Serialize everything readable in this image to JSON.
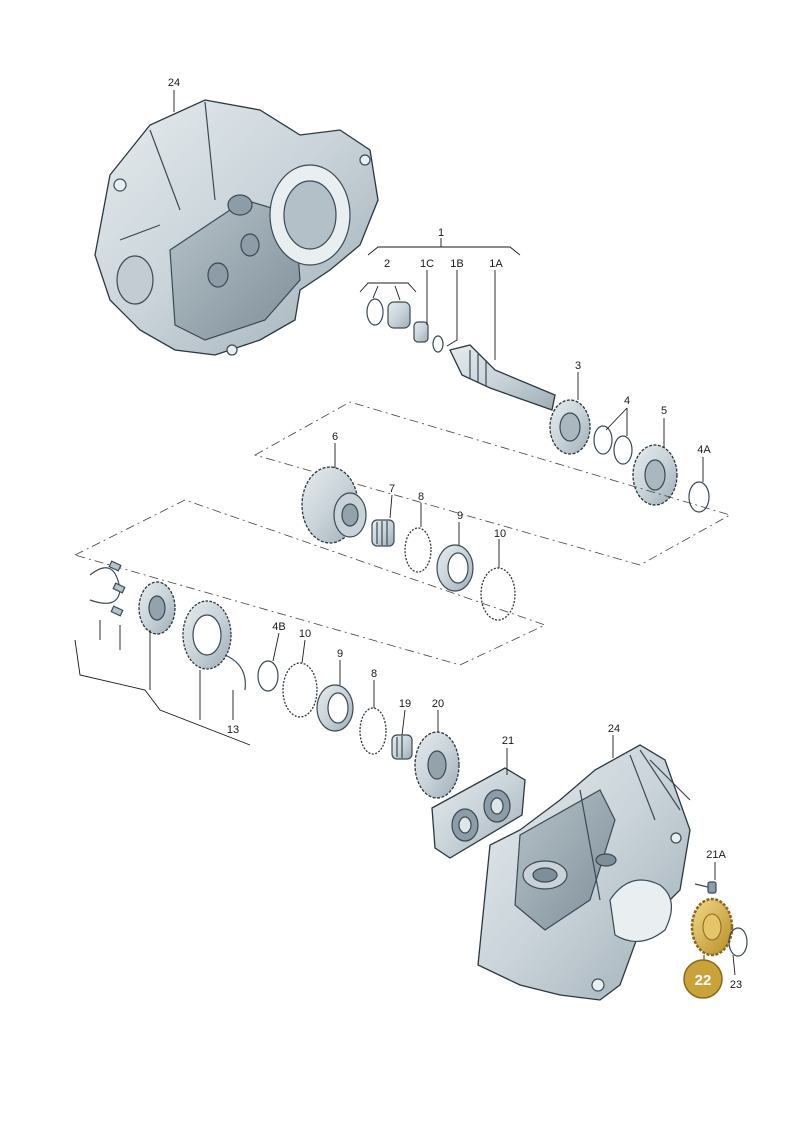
{
  "labels": {
    "l24a": "24",
    "l1": "1",
    "l2": "2",
    "l1C": "1C",
    "l1B": "1B",
    "l1A": "1A",
    "l3": "3",
    "l4": "4",
    "l5": "5",
    "l4A": "4A",
    "l6": "6",
    "l7": "7",
    "l8a": "8",
    "l9a": "9",
    "l10a": "10",
    "l4B": "4B",
    "l10b": "10",
    "l9b": "9",
    "l8b": "8",
    "l19": "19",
    "l20": "20",
    "l21": "21",
    "l24b": "24",
    "l21A": "21A",
    "l13": "13",
    "l23": "23",
    "l22": "22"
  },
  "highlight_color": "#c9a23a",
  "part_fill": "#d6dee3",
  "part_shade": "#a9b7bf"
}
